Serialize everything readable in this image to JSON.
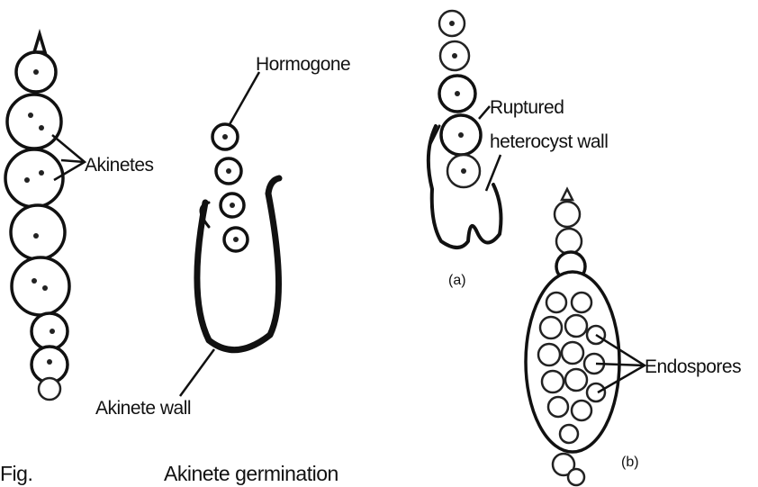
{
  "labels": {
    "hormogone": "Hormogone",
    "akinetes": "Akinetes",
    "akinete_wall": "Akinete wall",
    "ruptured_line1": "Ruptured",
    "ruptured_line2": "heterocyst wall",
    "endospores": "Endospores",
    "sub_a": "(a)",
    "sub_b": "(b)"
  },
  "captions": {
    "fig": "Fig.",
    "akinete_germination": "Akinete germination"
  },
  "colors": {
    "ink": "#111111",
    "background": "#ffffff"
  }
}
